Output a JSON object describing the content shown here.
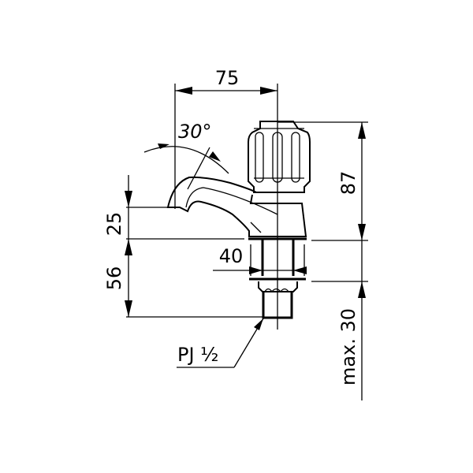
{
  "drawing": {
    "subject": "Pillar tap technical dimension drawing",
    "dimensions": {
      "width_spout": "75",
      "angle": "30°",
      "height_total": "87",
      "spout_height": "25",
      "lower_height": "56",
      "shank_width": "40",
      "max_thickness": "max. 30"
    },
    "thread_label": "PJ ½",
    "colors": {
      "line": "#000000",
      "background": "#ffffff"
    }
  }
}
